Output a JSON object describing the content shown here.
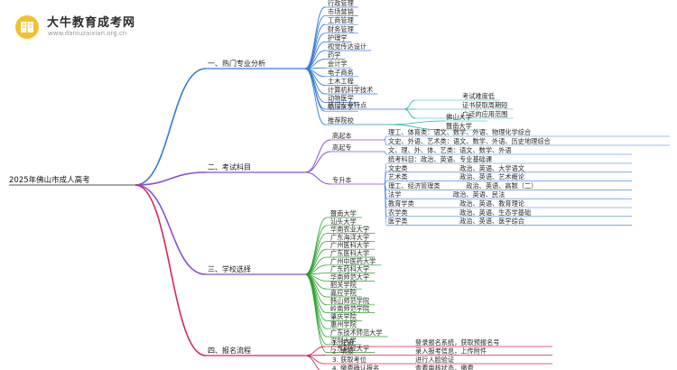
{
  "header": {
    "site_title": "大牛教育成考网",
    "site_url": "www.daniuzaixian.org.cn"
  },
  "colors": {
    "blue": "#3a7bd5",
    "teal": "#20b2aa",
    "purple": "#8a4fd0",
    "green": "#2ca02c",
    "red": "#d7265d"
  },
  "mindmap": {
    "root": "2025年佛山市成人高考",
    "branches": [
      {
        "label": "一、热门专业分析",
        "majors": [
          "行政管理",
          "市场营销",
          "工商管理",
          "财务管理",
          "护理学",
          "视觉传达设计",
          "药学",
          "会计学",
          "电子商务",
          "土木工程",
          "计算机科学技术",
          "动物医学",
          "临床医学"
        ],
        "features": {
          "label": "热门专业特点",
          "items": [
            "考试难度低",
            "证书获取周期短",
            "广泛的应用范围"
          ]
        },
        "recommended": {
          "label": "推荐院校",
          "items": [
            "佛山大学",
            "暨南大学"
          ]
        }
      },
      {
        "label": "二、考试科目",
        "gaoqiben": {
          "label": "高起本",
          "items": [
            "理工、体育类：语文、数学、外语、物理化学综合",
            "文史、外语、艺术类：语文、数学、外语、历史地理综合"
          ]
        },
        "gaoqizhuan": {
          "label": "高起专",
          "items": [
            "文、理、外、体、艺类：语文、数学、外语"
          ]
        },
        "zhuanshengben": {
          "label": "专升本",
          "items": [
            "统考科目：政治、英语、专业基础课",
            "文史类　　　　　　　　政治、英语、大学语文",
            "艺术类　　　　　　　　政治、英语、艺术概论",
            "理工、经济管理类　　　　政治、英语、高数（二）",
            "法学　　　　　　　　政治、英语、民法",
            "教育学类　　　　　　　政治、英语、教育理论",
            "农学类　　　　　　　　政治、英语、生态学基础",
            "医学类　　　　　　　　政治、英语、医学综合"
          ]
        }
      },
      {
        "label": "三、学校选择",
        "schools": [
          "暨南大学",
          "汕头大学",
          "华南农业大学",
          "广东海洋大学",
          "广州医科大学",
          "广东医科大学",
          "广州中医药大学",
          "广东药科大学",
          "华南师范大学",
          "韶关学院",
          "嘉应学院",
          "韩山师范学院",
          "岭南师范学院",
          "肇庆学院",
          "惠州学院",
          "广东技术师范大学",
          "深圳大学",
          "广东财经大学"
        ]
      },
      {
        "label": "四、报名流程",
        "steps": [
          {
            "step": "1. 注册",
            "desc": "登录报名系统，获取预报名号"
          },
          {
            "step": "2. 填报",
            "desc": "录入报考信息，上传附件"
          },
          {
            "step": "3. 获取考位",
            "desc": "进行人脸验证"
          },
          {
            "step": "4. 缴费确认报名",
            "desc": "查看审核状态，缴费"
          }
        ]
      }
    ]
  }
}
